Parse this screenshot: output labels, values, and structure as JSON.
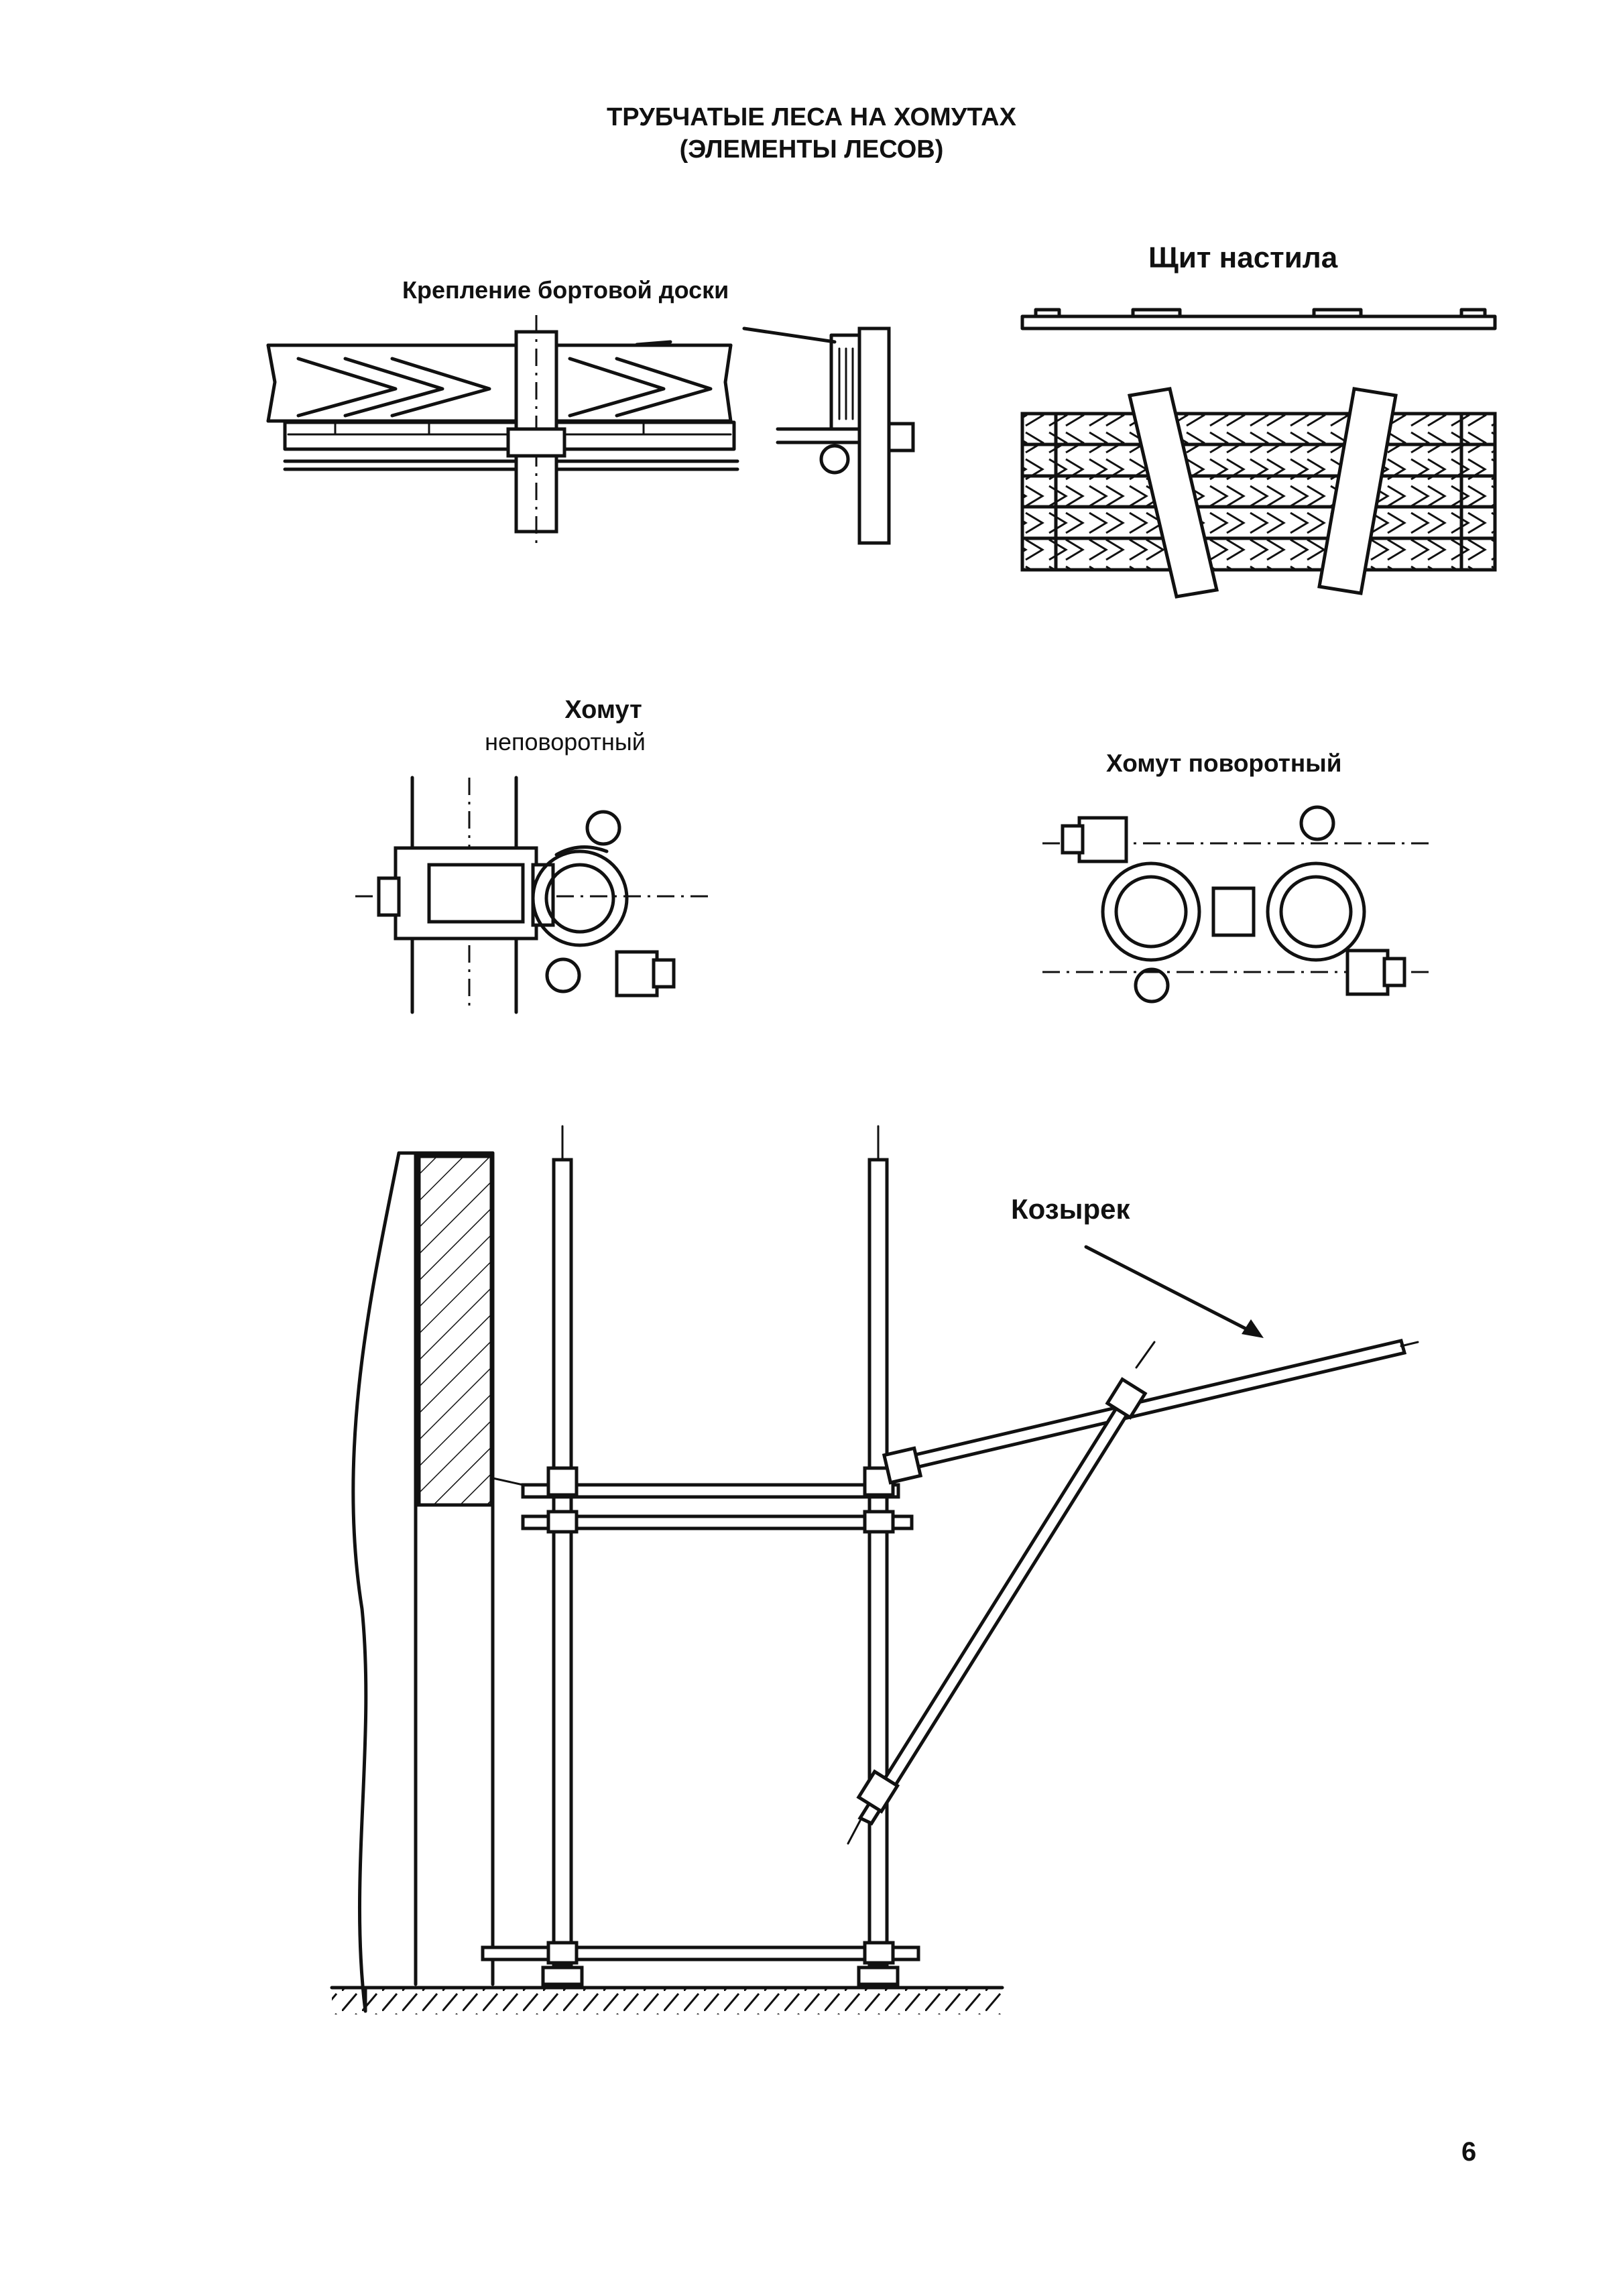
{
  "title": {
    "line1": "ТРУБЧАТЫЕ ЛЕСА НА ХОМУТАХ",
    "line2": "(ЭЛЕМЕНТЫ ЛЕСОВ)"
  },
  "labels": {
    "board_mount": "Крепление бортовой доски",
    "deck_shield": "Щит настила",
    "clamp_fixed_line1": "Хомут",
    "clamp_fixed_line2": "неповоротный",
    "clamp_swivel": "Хомут поворотный",
    "visor": "Козырек"
  },
  "page_number": "6"
}
